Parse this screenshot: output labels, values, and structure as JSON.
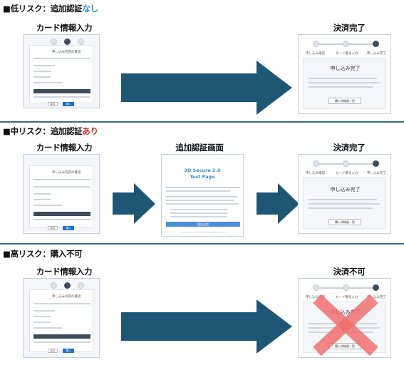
{
  "sections": {
    "low": {
      "label": "■低リスク：追加認証",
      "accent": "なし"
    },
    "mid": {
      "label": "■中リスク：追加認証",
      "accent": "あり"
    },
    "high": {
      "label": "■高リスク：購入不可"
    }
  },
  "titles": {
    "card_input": "カード情報入力",
    "complete": "決済完了",
    "additional_auth": "追加認証画面",
    "impossible": "決済不可"
  },
  "card_form": {
    "heading": "申し込み内容の確認",
    "back_button": "戻る",
    "next_button": "購入"
  },
  "completion": {
    "steps": [
      "申し込み確認",
      "カード番号入力",
      "申し込み完了"
    ],
    "heading": "申し込み完了",
    "button": "購入済機器一覧"
  },
  "secure": {
    "title_line1": "3D Secure 2.0",
    "title_line2": "Test Page",
    "button": "認証送信"
  },
  "colors": {
    "accent_blue": "#1a9ad6",
    "accent_red": "#d9342b",
    "arrow": "#1d5775",
    "cross": "#f06b6b"
  }
}
